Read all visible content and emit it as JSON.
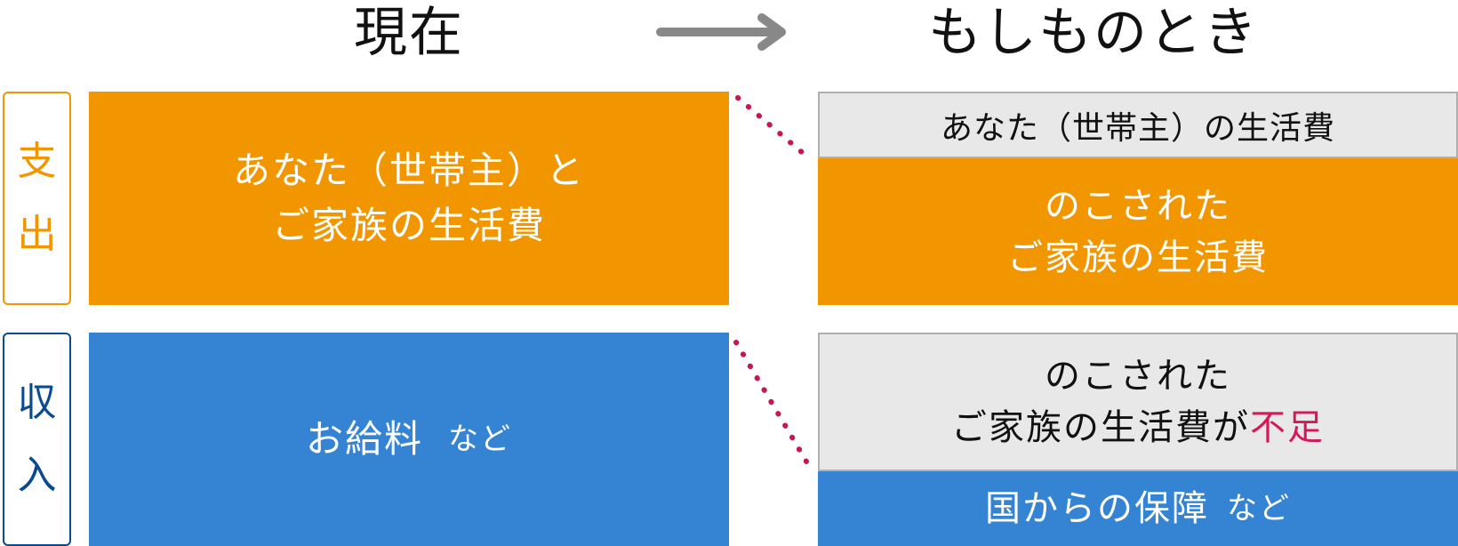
{
  "headings": {
    "now": "現在",
    "emergency": "もしものとき"
  },
  "side_labels": {
    "expense": [
      "支",
      "出"
    ],
    "income": [
      "収",
      "入"
    ]
  },
  "current": {
    "expense_line1": "あなた（世帯主）と",
    "expense_line2": "ご家族の生活費",
    "income_main": "お給料",
    "income_suffix": "など"
  },
  "emergency": {
    "your_living": "あなた（世帯主）の生活費",
    "remaining_line1": "のこされた",
    "remaining_line2": "ご家族の生活費",
    "shortfall_line1": "のこされた",
    "shortfall_line2": "ご家族の生活費が",
    "shortfall_word": "不足",
    "support_main": "国からの保障",
    "support_suffix": "など"
  },
  "colors": {
    "orange": "#f29600",
    "blue": "#3583d3",
    "gray": "#e8e8e8",
    "navy": "#0a4a8f",
    "alert": "#d6185a",
    "arrow": "#888888",
    "dotted_line": "#c8174f"
  }
}
